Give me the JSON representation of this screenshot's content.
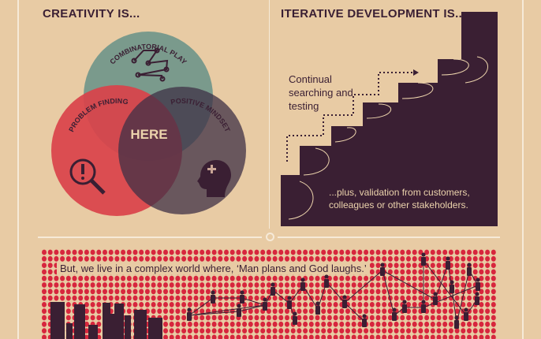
{
  "creativity": {
    "title": "CREATIVITY IS...",
    "circles": [
      "COMBINATORIAL PLAY",
      "PROBLEM FINDING",
      "POSITIVE MINDSET"
    ],
    "center": "HERE"
  },
  "iterative": {
    "title": "ITERATIVE DEVELOPMENT IS...",
    "note1": "Continual searching and testing",
    "note2": "...plus, validation from customers, colleagues or other stakeholders."
  },
  "complex": {
    "quote": "But, we live in a complex world where, ‘Man plans and God laughs.’"
  },
  "colors": {
    "bg": "#e8cba4",
    "dark": "#3a1f33",
    "red": "#d9424a",
    "green": "#7a9a8c",
    "purple": "#4a3a4f",
    "dot": "#d7263d"
  }
}
